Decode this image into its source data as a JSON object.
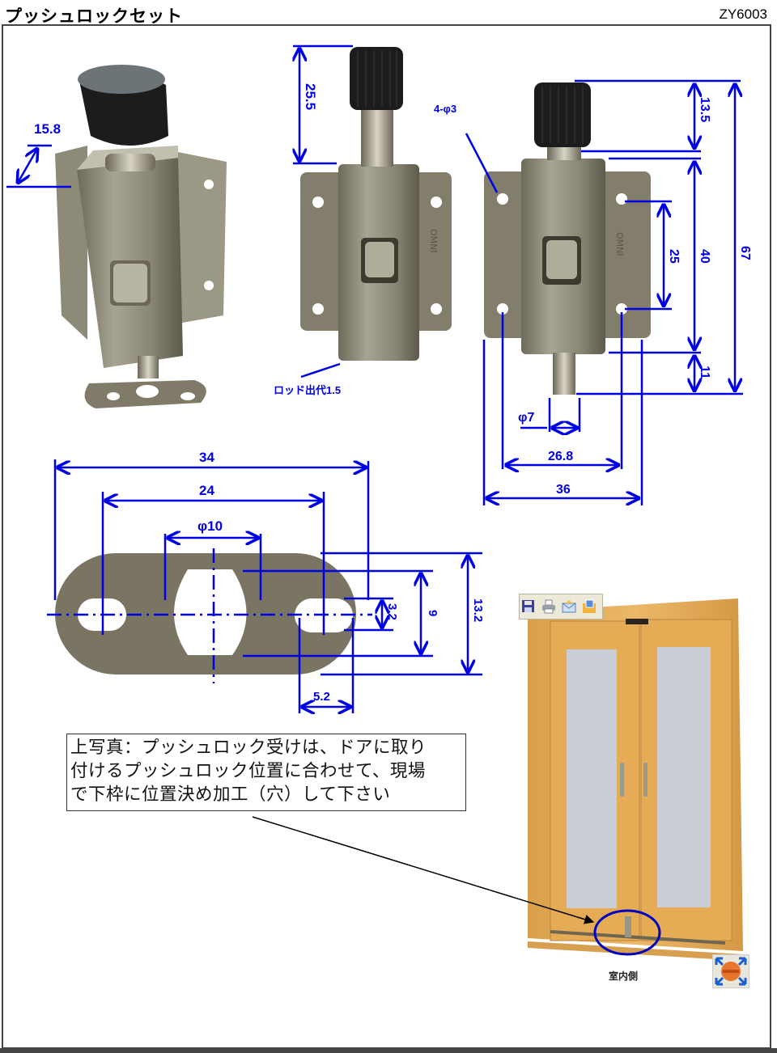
{
  "header": {
    "title": "プッシュロックセット",
    "product_code": "ZY6003"
  },
  "dimensions": {
    "perspective_view": {
      "depth": "15.8"
    },
    "front_view": {
      "knob_travel": "25.5",
      "rod_protrusion_label": "ロッド出代1.5"
    },
    "dimensioned_view": {
      "holes": "4-φ3",
      "knob_height": "13.5",
      "body_height": "40",
      "total_height": "67",
      "hole_pitch_vertical": "25",
      "rod_length": "11",
      "rod_diameter": "φ7",
      "hole_pitch_horizontal": "26.8",
      "plate_width": "36"
    },
    "strike_plate": {
      "overall_length": "34",
      "slot_pitch": "24",
      "center_hole": "φ10",
      "slot_width": "3.2",
      "hole_flat": "9",
      "plate_height": "13.2",
      "slot_length": "5.2"
    }
  },
  "note": {
    "lines": [
      "上写真：プッシュロック受けは、ドアに取り",
      "付けるプッシュロック位置に合わせて、現場",
      "で下枠に位置決め加工（穴）して下さい"
    ]
  },
  "door_photo": {
    "caption": "室内側",
    "toolbar_icons": [
      "save-icon",
      "print-icon",
      "email-icon",
      "gallery-icon"
    ],
    "expand_icon": "expand-icon"
  },
  "colors": {
    "dimension": "#0000e6",
    "wood": "#e0a848",
    "glass": "#c9ced6",
    "metal": "#8f8a78",
    "knob": "#1c1c1c"
  }
}
